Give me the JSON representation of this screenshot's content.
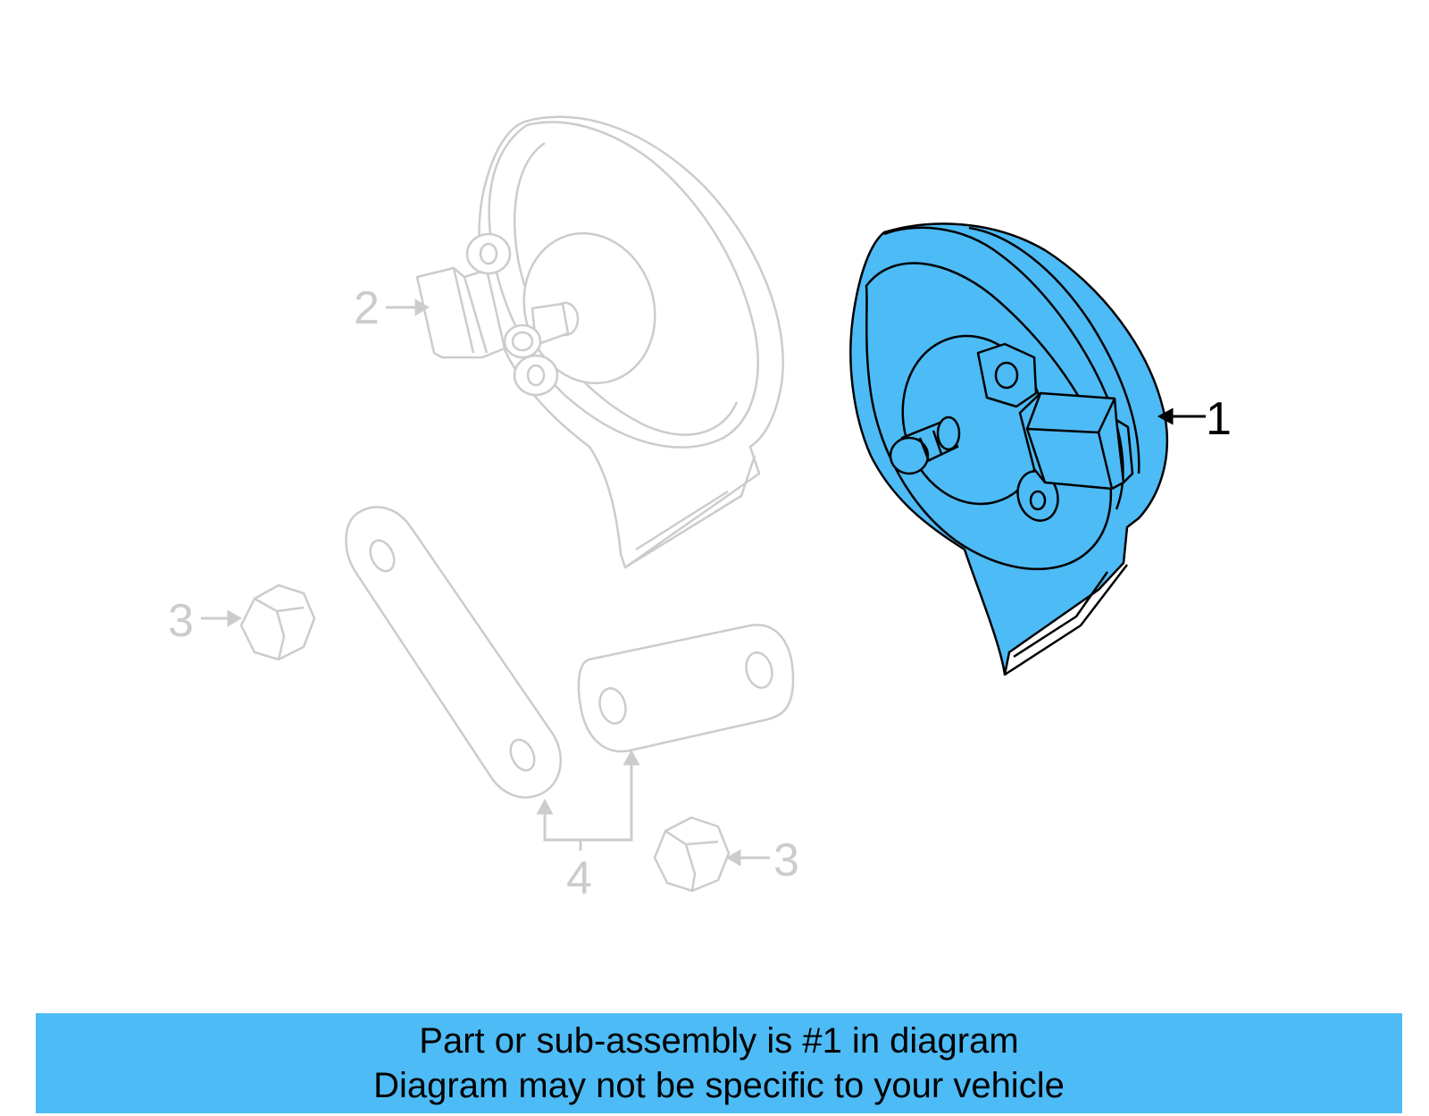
{
  "colors": {
    "highlight": "#4dbbf5",
    "faded": "#cccccc",
    "outline": "#000000",
    "banner": "#4dbbf5"
  },
  "callouts": {
    "part1": "1",
    "part2": "2",
    "part3_left": "3",
    "part3_right": "3",
    "part4": "4"
  },
  "banner": {
    "line1": "Part or sub-assembly is #1 in diagram",
    "line2": "Diagram may not be specific to your vehicle"
  }
}
